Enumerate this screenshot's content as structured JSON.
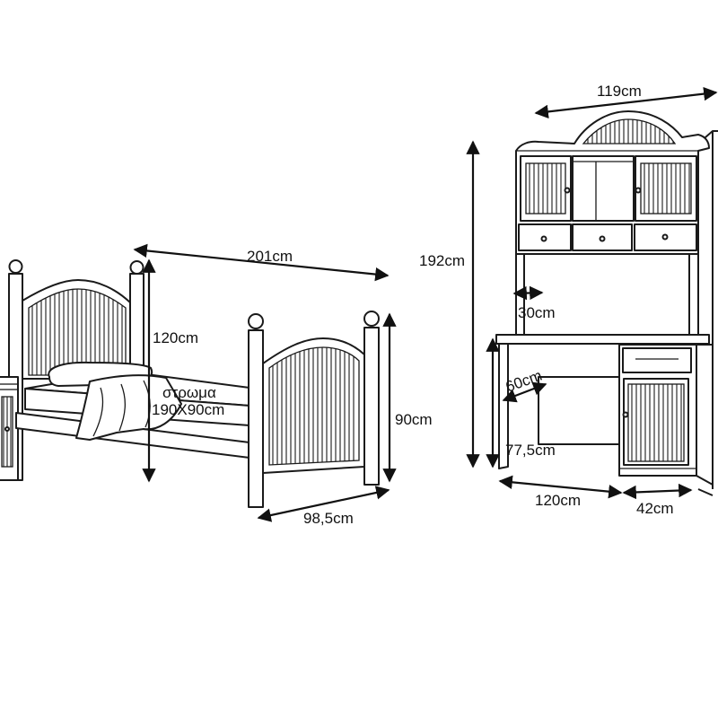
{
  "bed": {
    "length": "201cm",
    "headboard_height": "120cm",
    "mattress_label": "στρωμα",
    "mattress_size": "190X90cm",
    "footboard_height": "90cm",
    "width": "98,5cm"
  },
  "desk": {
    "hutch_width": "119cm",
    "total_height": "192cm",
    "hutch_depth": "30cm",
    "desk_depth": "60cm",
    "desk_height": "77,5cm",
    "desk_width": "120cm",
    "pedestal_width": "42cm"
  }
}
